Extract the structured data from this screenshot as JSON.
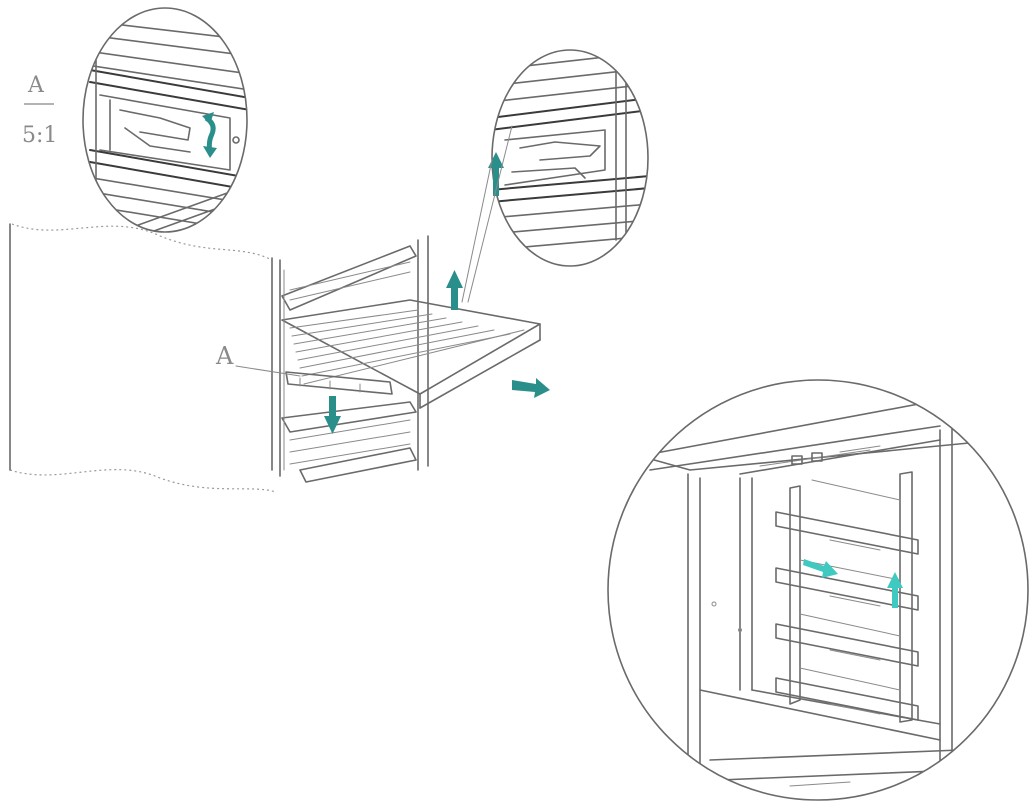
{
  "labels": {
    "detail_letter": "A",
    "detail_scale": "5:1",
    "callout_letter": "A"
  },
  "colors": {
    "line": "#6a6a6a",
    "arrow_dark": "#2a8f8a",
    "arrow_light": "#3fc9c0",
    "background": "#ffffff"
  },
  "icons": {
    "rotate": "curved-arrow-icon",
    "up": "arrow-up-icon",
    "down": "arrow-down-icon",
    "right": "arrow-right-icon"
  }
}
